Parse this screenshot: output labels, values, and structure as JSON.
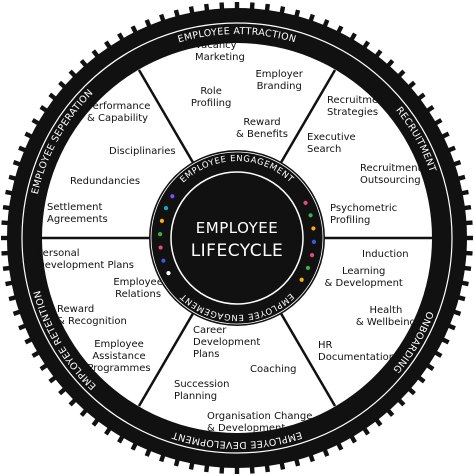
{
  "center": {
    "line1": "EMPLOYEE",
    "line2": "LIFECYCLE"
  },
  "engagement": {
    "top": "EMPLOYEE ENGAGEMENT",
    "bottom": "EMPLOYEE ENGAGEMENT"
  },
  "ring": {
    "attraction": "EMPLOYEE ATTRACTION",
    "recruitment": "RECRUITMENT",
    "onboarding": "ONBOARDING",
    "development": "EMPLOYEE DEVELOPMENT",
    "retention": "EMPLOYEE RETENTION",
    "separation": "EMPLOYEE SEPERATION"
  },
  "segments": {
    "attraction": [
      "Vacancy Marketing",
      "Employer Branding",
      "Role Profiling",
      "Reward & Benefits"
    ],
    "recruitment": [
      "Recruitment Strategies",
      "Executive Search",
      "Recruitment Outsourcing",
      "Psychometric Profiling"
    ],
    "onboarding": [
      "Induction",
      "Learning & Development",
      "Health & Wellbeing",
      "HR Documentation"
    ],
    "development": [
      "Career Development Plans",
      "Coaching",
      "Succession Planning",
      "Organisation Change & Development"
    ],
    "retention": [
      "Personal Development Plans",
      "Employee Relations",
      "Reward & Recognition",
      "Employee Assistance Programmes"
    ],
    "separation": [
      "Performance & Capability",
      "Disciplinaries",
      "Redundancies",
      "Settlement Agreements"
    ]
  },
  "colors": {
    "ring": "#111111",
    "background": "#ffffff",
    "dots": [
      "#3b5bdb",
      "#e64980",
      "#37b24d",
      "#fab005",
      "#15aabf",
      "#7950f2",
      "#fd7e14",
      "#ffffff"
    ]
  }
}
